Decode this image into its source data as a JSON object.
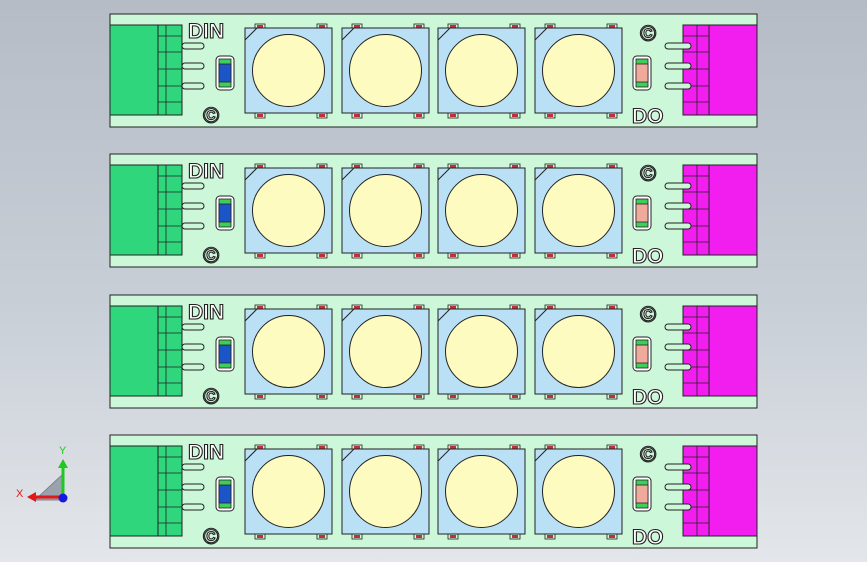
{
  "viewport": {
    "background_top": "#b5bcc6",
    "background_bottom": "#e3e6ea"
  },
  "colors": {
    "pcb": "#ccf7d8",
    "input_connector": "#2fd67c",
    "output_connector": "#f21ef0",
    "led_package": "#b9e0f5",
    "led_lens": "#fdfbc0",
    "input_resistor": "#1c55c8",
    "output_resistor": "#f0aa9c",
    "resistor_cap": "#3ecf5a",
    "solder_pad": "#c0303a",
    "outline": "#222222"
  },
  "strips": [
    {
      "input_label": "DIN",
      "output_label": "DO",
      "led_count": 4
    },
    {
      "input_label": "DIN",
      "output_label": "DO",
      "led_count": 4
    },
    {
      "input_label": "DIN",
      "output_label": "DO",
      "led_count": 4
    },
    {
      "input_label": "DIN",
      "output_label": "DO",
      "led_count": 4
    }
  ],
  "triad": {
    "x_label": "X",
    "y_label": "Y",
    "x_color": "#e01818",
    "y_color": "#1fc81f",
    "z_color": "#1818e0"
  }
}
